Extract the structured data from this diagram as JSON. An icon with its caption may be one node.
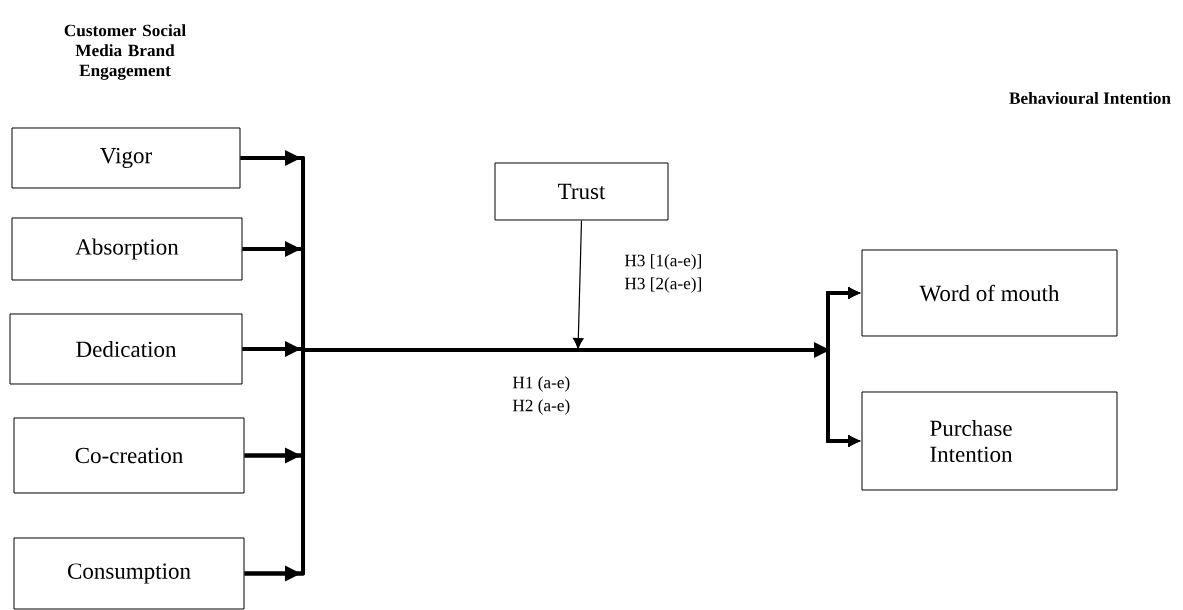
{
  "diagram": {
    "nodes": [
      {
        "text": [
          "Vigor"
        ]
      },
      {
        "text": [
          "Absorption"
        ]
      },
      {
        "text": [
          "Dedication"
        ]
      },
      {
        "text": [
          "Co-creation"
        ]
      },
      {
        "text": [
          "Consumption"
        ]
      },
      {
        "text": [
          "Trust"
        ]
      },
      {
        "text": [
          "Word of mouth"
        ]
      },
      {
        "text": [
          "Purchase Intention"
        ]
      }
    ],
    "edges": [
      {
        "from": 0,
        "to": 6,
        "arrow": "to"
      },
      {
        "from": 0,
        "to": 7,
        "arrow": "to"
      },
      {
        "from": 1,
        "to": 6,
        "arrow": "to"
      },
      {
        "from": 1,
        "to": 7,
        "arrow": "to"
      },
      {
        "from": 2,
        "to": 6,
        "arrow": "to"
      },
      {
        "from": 2,
        "to": 7,
        "arrow": "to"
      },
      {
        "from": 3,
        "to": 6,
        "arrow": "to"
      },
      {
        "from": 3,
        "to": 7,
        "arrow": "to"
      },
      {
        "from": 4,
        "to": 6,
        "arrow": "to"
      },
      {
        "from": 4,
        "to": 7,
        "arrow": "to"
      },
      {
        "from": 5,
        "to": null,
        "arrow": "to"
      }
    ],
    "labels": [
      "Customer Social Media Brand Engagement",
      "Behavioural Intention",
      "H3 [1(a-e)]",
      "H3 [2(a-e)]",
      "H1 (a-e)",
      "H2 (a-e)"
    ]
  }
}
